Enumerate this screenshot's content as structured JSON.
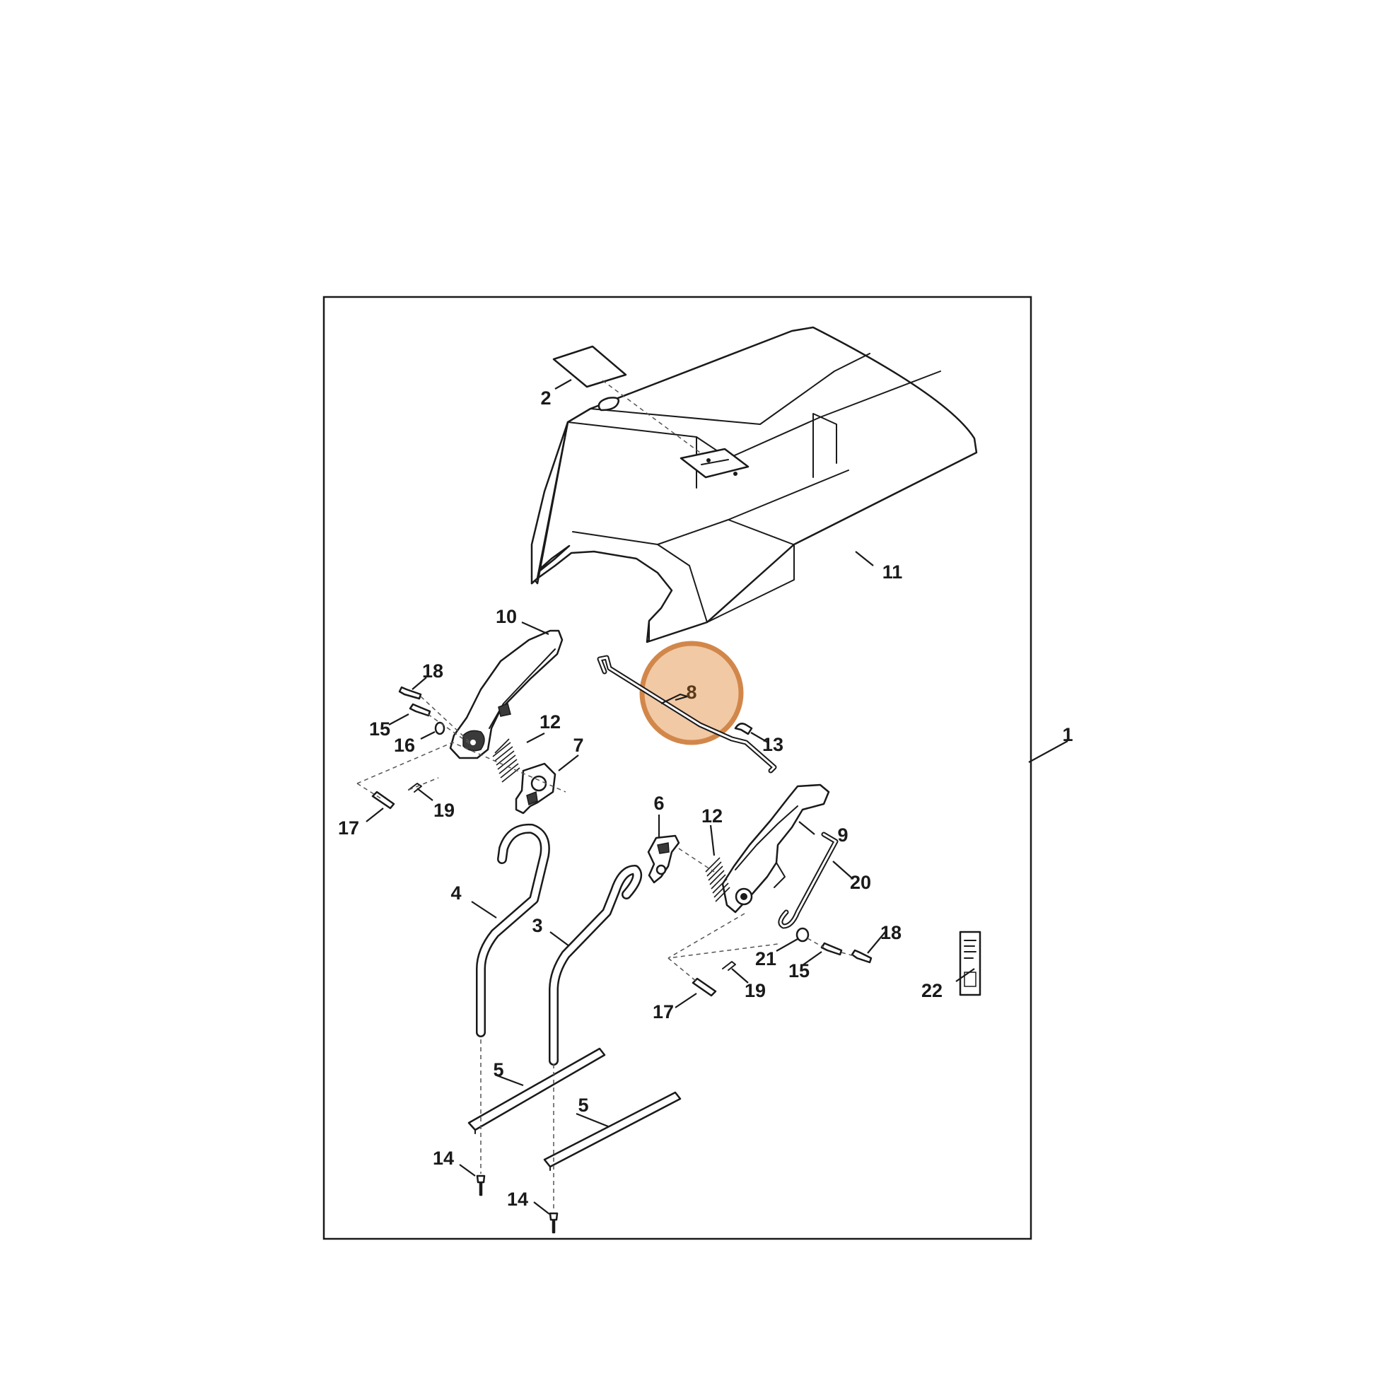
{
  "diagram": {
    "frame_label": "1",
    "highlight_color": "#d2874a",
    "highlight_fill": "#f1c9a5",
    "highlighted_part": "8",
    "labels": {
      "p1": "1",
      "p2": "2",
      "p3": "3",
      "p4": "4",
      "p5a": "5",
      "p5b": "5",
      "p6": "6",
      "p7": "7",
      "p8": "8",
      "p9": "9",
      "p10": "10",
      "p11": "11",
      "p12a": "12",
      "p12b": "12",
      "p13": "13",
      "p14a": "14",
      "p14b": "14",
      "p15a": "15",
      "p15b": "15",
      "p16": "16",
      "p17a": "17",
      "p17b": "17",
      "p18a": "18",
      "p18b": "18",
      "p19a": "19",
      "p19b": "19",
      "p20": "20",
      "p21": "21",
      "p22": "22"
    }
  }
}
